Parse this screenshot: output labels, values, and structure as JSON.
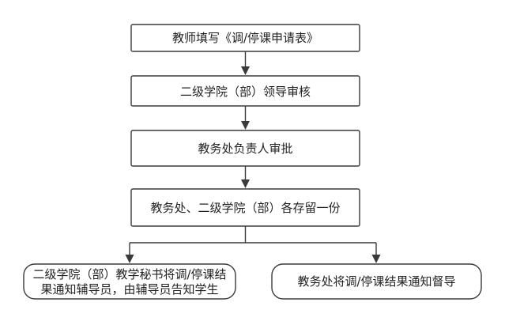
{
  "steps": {
    "s1": "教师填写《调/停课申请表》",
    "s2": "二级学院（部）领导审核",
    "s3": "教务处负责人审批",
    "s4": "教务处、二级学院（部）各存留一份"
  },
  "branches": {
    "left_line1": "二级学院（部）教学秘书将调/停课结",
    "left_line2": "果通知辅导员，由辅导员告知学生",
    "right": "教务处将调/停课结果通知督导"
  }
}
